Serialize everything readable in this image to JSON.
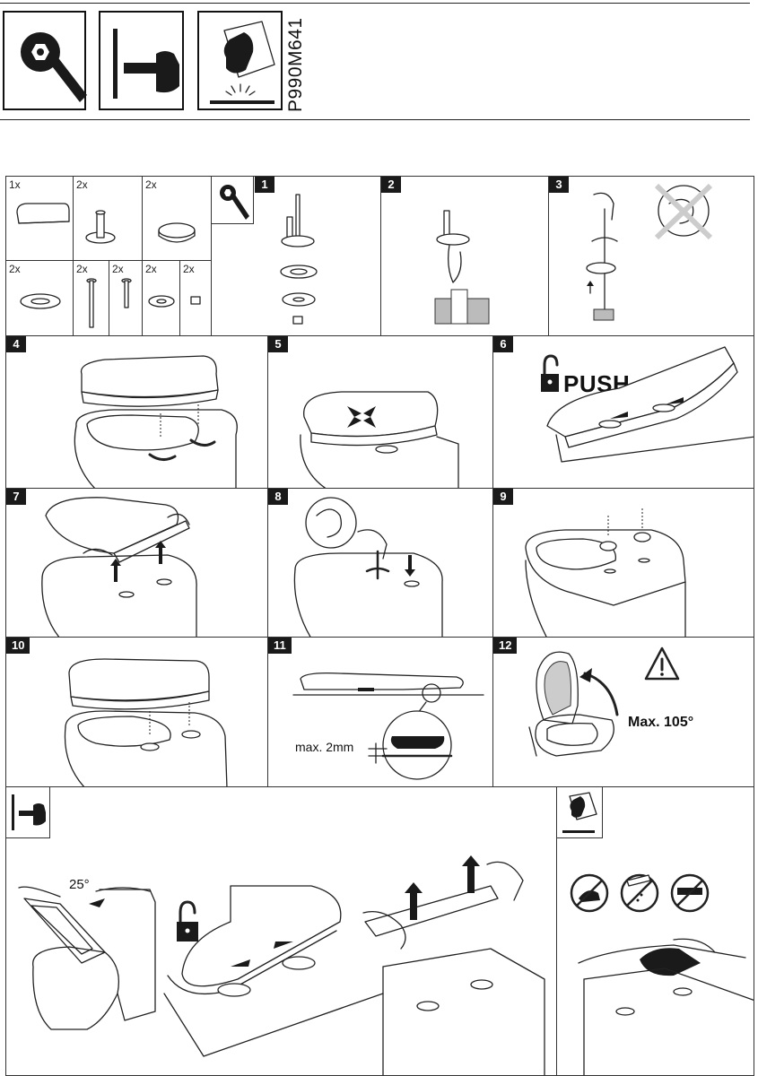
{
  "header": {
    "doc_code": "P990M641",
    "icons": [
      "wrench-nut-icon",
      "hand-point-icon",
      "hand-cleaning-icon"
    ]
  },
  "parts": [
    {
      "qty": "1x",
      "name": "toilet-seat"
    },
    {
      "qty": "2x",
      "name": "fixing-bolt-with-plate"
    },
    {
      "qty": "2x",
      "name": "cover-cap"
    },
    {
      "qty": "2x",
      "name": "horseshoe-washer"
    },
    {
      "qty": "2x",
      "name": "long-screw"
    },
    {
      "qty": "2x",
      "name": "short-screw"
    },
    {
      "qty": "2x",
      "name": "rubber-expander"
    },
    {
      "qty": "2x",
      "name": "square-nut"
    }
  ],
  "steps": {
    "s1": "1",
    "s2": "2",
    "s3": "3",
    "s4": "4",
    "s5": "5",
    "s6": "6",
    "s7": "7",
    "s8": "8",
    "s9": "9",
    "s10": "10",
    "s11": "11",
    "s12": "12"
  },
  "labels": {
    "push": "PUSH",
    "max_gap": "max. 2mm",
    "max_angle": "Max. 105°",
    "tilt_angle": "25°"
  },
  "colors": {
    "line": "#222222",
    "fill_dark": "#1a1a1a",
    "background": "#ffffff"
  }
}
